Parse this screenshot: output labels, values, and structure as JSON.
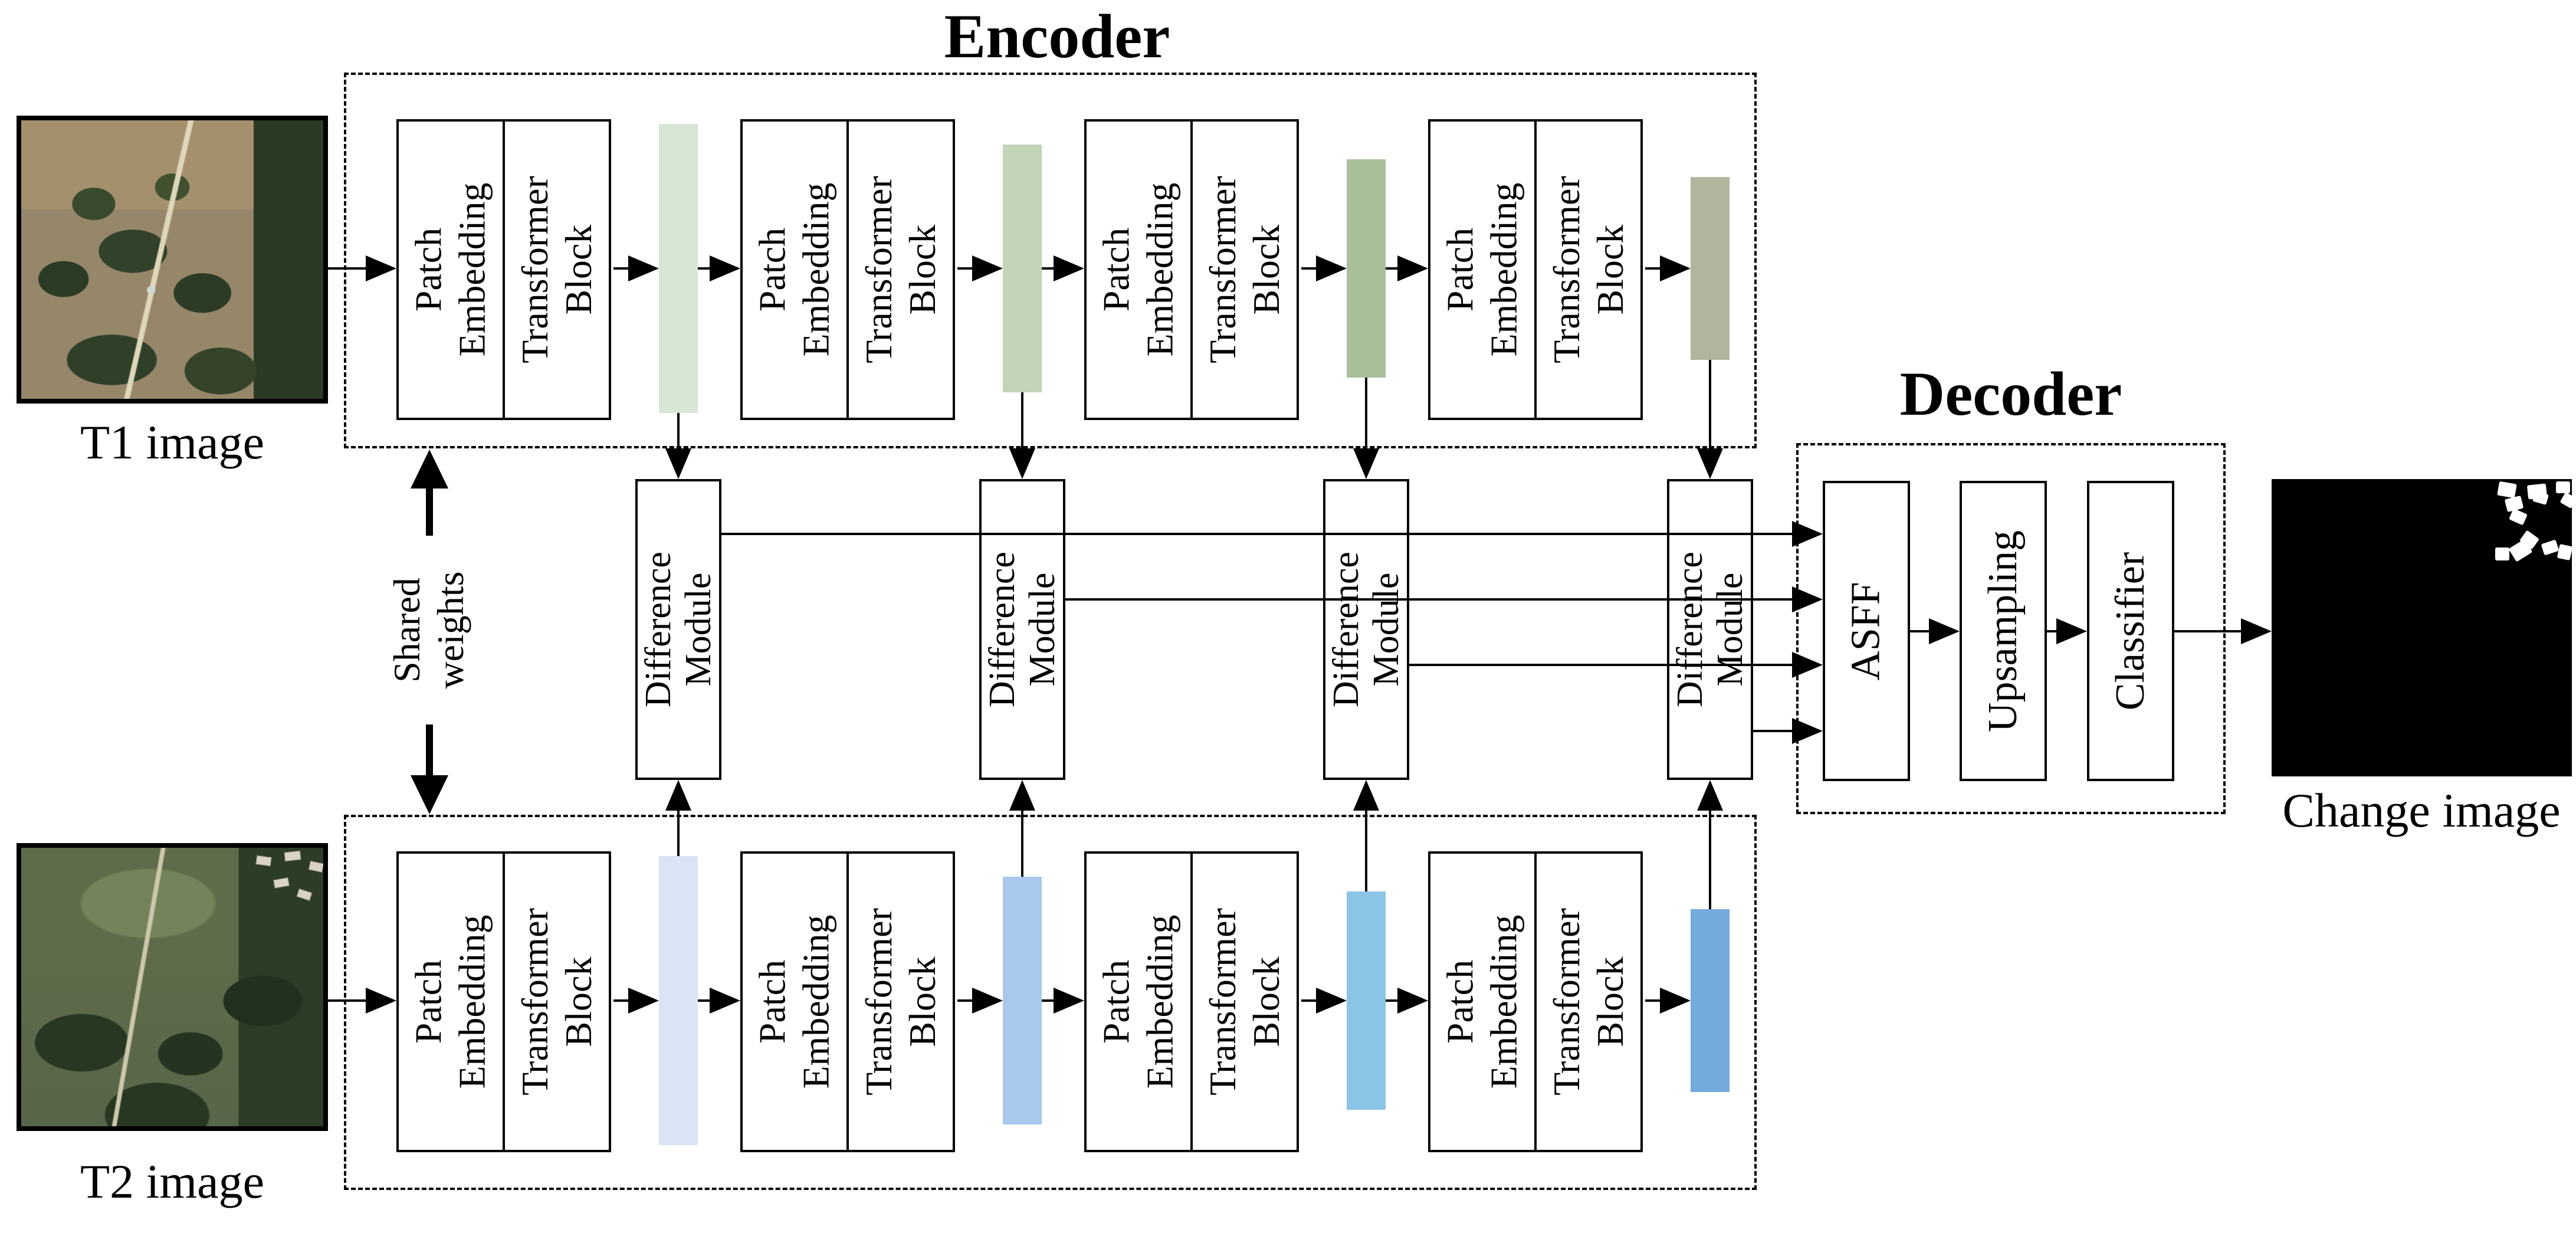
{
  "titles": {
    "encoder": "Encoder",
    "decoder": "Decoder"
  },
  "captions": {
    "t1": "T1 image",
    "t2": "T2 image",
    "change": "Change image"
  },
  "stage_block": {
    "patch_embedding": [
      "Patch",
      "Embedding"
    ],
    "transformer_block": [
      "Transformer",
      "Block"
    ]
  },
  "difference_module": [
    "Difference",
    "Module"
  ],
  "shared_weights": [
    "Shared",
    "weights"
  ],
  "decoder_blocks": {
    "asff": "ASFF",
    "upsampling": "Upsampling",
    "classifier": "Classifier"
  },
  "colors": {
    "t1_feature_bars": [
      "#d8e6d6",
      "#c3d5b9",
      "#a9bf9a",
      "#b0b59e"
    ],
    "t2_feature_bars": [
      "#dbe4f4",
      "#a8c8ec",
      "#8cc4e6",
      "#74aadd"
    ],
    "line": "#000000",
    "canvas": "#ffffff"
  }
}
